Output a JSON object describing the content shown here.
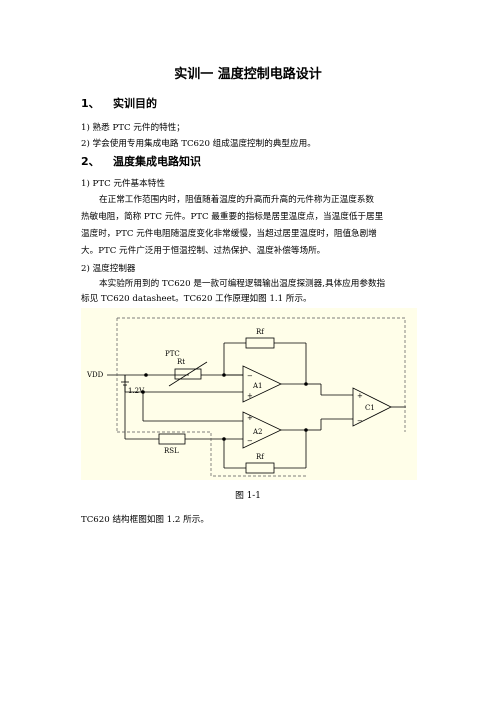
{
  "title": "实训一  温度控制电路设计",
  "sections": [
    {
      "num": "1、",
      "heading": "实训目的"
    },
    {
      "num": "2、",
      "heading": "温度集成电路知识"
    }
  ],
  "objectives": [
    "1) 熟悉 PTC 元件的特性；",
    "2) 学会使用专用集成电路 TC620 组成温度控制的典型应用。"
  ],
  "knowledge": {
    "item1_label": "1) PTC 元件基本特性",
    "item1_text_line1": "在正常工作范围内时，阻值随着温度的升高而升高的元件称为正温度系数",
    "item1_text_line2": "热敏电阻，简称 PTC 元件。PTC 最重要的指标是居里温度点，当温度低于居里",
    "item1_text_line3": "温度时，PTC 元件电阻随温度变化非常缓慢，当超过居里温度时，阻值急剧增",
    "item1_text_line4": "大。PTC 元件广泛用于恒温控制、过热保护、温度补偿等场所。",
    "item2_label": "2) 温度控制器",
    "item2_text_line1": "本实验所用到的 TC620 是一款可编程逻辑输出温度探测器,具体应用参数指",
    "item2_text_line2": "标见 TC620 datasheet。TC620 工作原理如图 1.1 所示。"
  },
  "figure": {
    "labels": {
      "vdd": "VDD",
      "ptc": "PTC",
      "rt": "Rt",
      "rf_top": "Rf",
      "rf_bottom": "Rf",
      "ref_voltage": "1.2V",
      "a1": "A1",
      "a2": "A2",
      "c1": "C1",
      "rsl": "RSL"
    },
    "caption": "图 1-1"
  },
  "footer_text": "TC620 结构框图如图 1.2 所示。",
  "colors": {
    "figure_bg": "#fffee9",
    "wire": "#000000",
    "dash": "#555555"
  }
}
